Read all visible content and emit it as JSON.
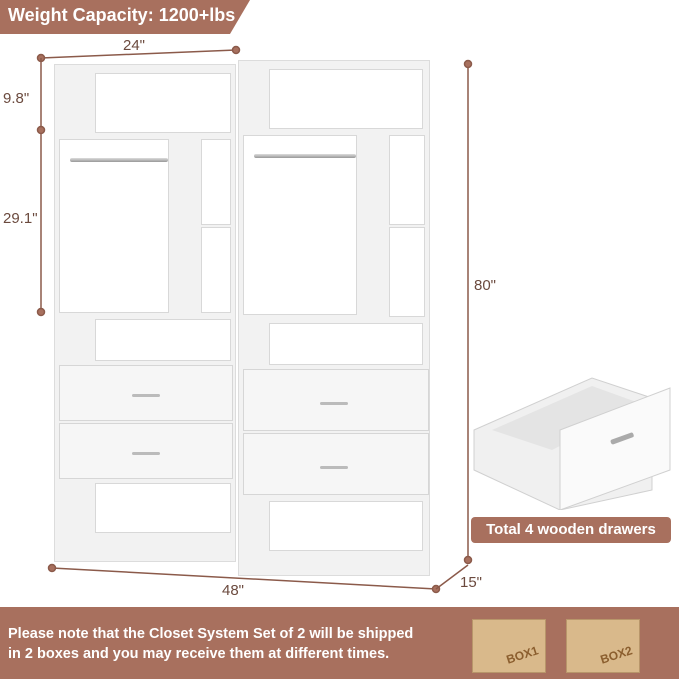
{
  "banner": {
    "weight_capacity": "Weight Capacity: 1200+lbs"
  },
  "dimensions": {
    "width_single": "24\"",
    "top_section": "9.8\"",
    "hanging_section": "29.1\"",
    "height": "80\"",
    "width_total": "48\"",
    "depth": "15\""
  },
  "drawer_callout": {
    "label": "Total 4 wooden drawers"
  },
  "footer": {
    "note_line1": "Please note that the Closet System Set of 2 will be shipped",
    "note_line2": "in 2 boxes and you may receive them at different times.",
    "boxes": [
      {
        "label": "BOX1"
      },
      {
        "label": "BOX2"
      }
    ]
  },
  "colors": {
    "accent": "#a8705e",
    "dimension_line": "#8b5a4a"
  }
}
